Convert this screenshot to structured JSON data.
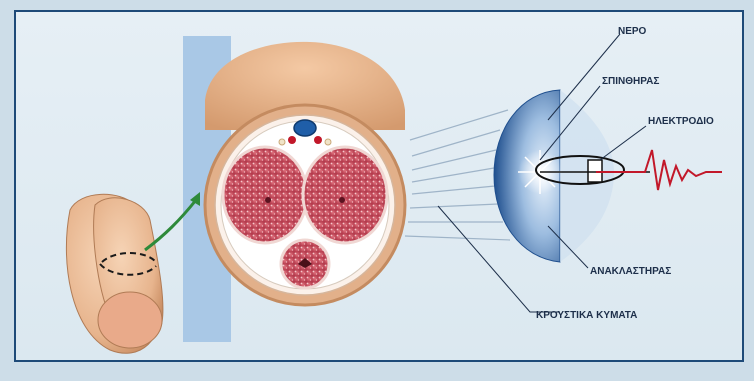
{
  "labels": {
    "water": "ΝΕΡΟ",
    "spark": "ΣΠΙΝΘΗΡΑΣ",
    "electrode": "ΗΛΕΚΤΡΟΔΙΟ",
    "reflector": "ΑΝΑΚΛΑΣΤΗΡΑΣ",
    "shock_waves": "ΚΡΟΥΣΤΙΚΑ ΚΥΜΑΤΑ"
  },
  "colors": {
    "border": "#1e4a78",
    "arrow": "#2e8a3a",
    "reflector": "#2f5f9e",
    "spark_wave": "#c2182a",
    "tissue": "#c8485a"
  }
}
